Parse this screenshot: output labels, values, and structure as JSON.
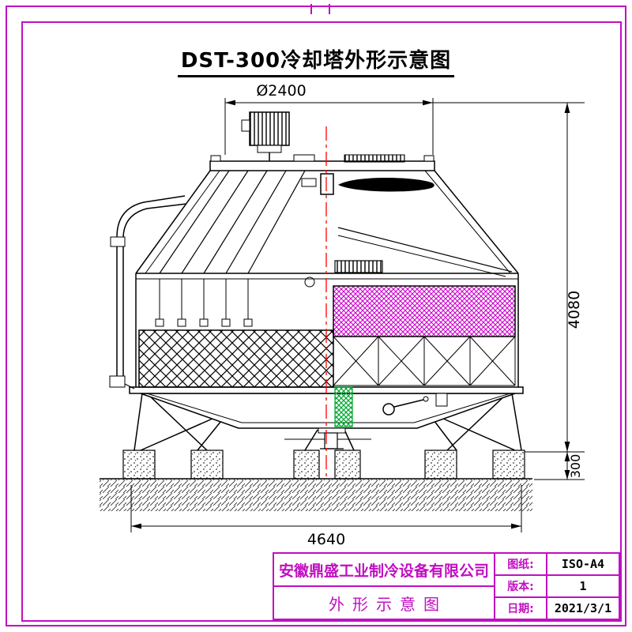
{
  "title": "DST-300冷却塔外形示意图",
  "dimensions": {
    "diameter": "Ø2400",
    "height": "4080",
    "foundation_height": "300",
    "base_width": "4640"
  },
  "title_block": {
    "company": "安徽鼎盛工业制冷设备有限公司",
    "drawing_title": "外形示意图",
    "fields": [
      {
        "label": "图纸:",
        "value": "ISO-A4"
      },
      {
        "label": "版本:",
        "value": "1"
      },
      {
        "label": "日期:",
        "value": "2021/3/1"
      }
    ]
  },
  "colors": {
    "frame": "#c10fc1",
    "accent_text": "#c10fc1",
    "fill_hatch": "#cc00cc",
    "centerline": "#ff0000",
    "strainer": "#00a832"
  }
}
